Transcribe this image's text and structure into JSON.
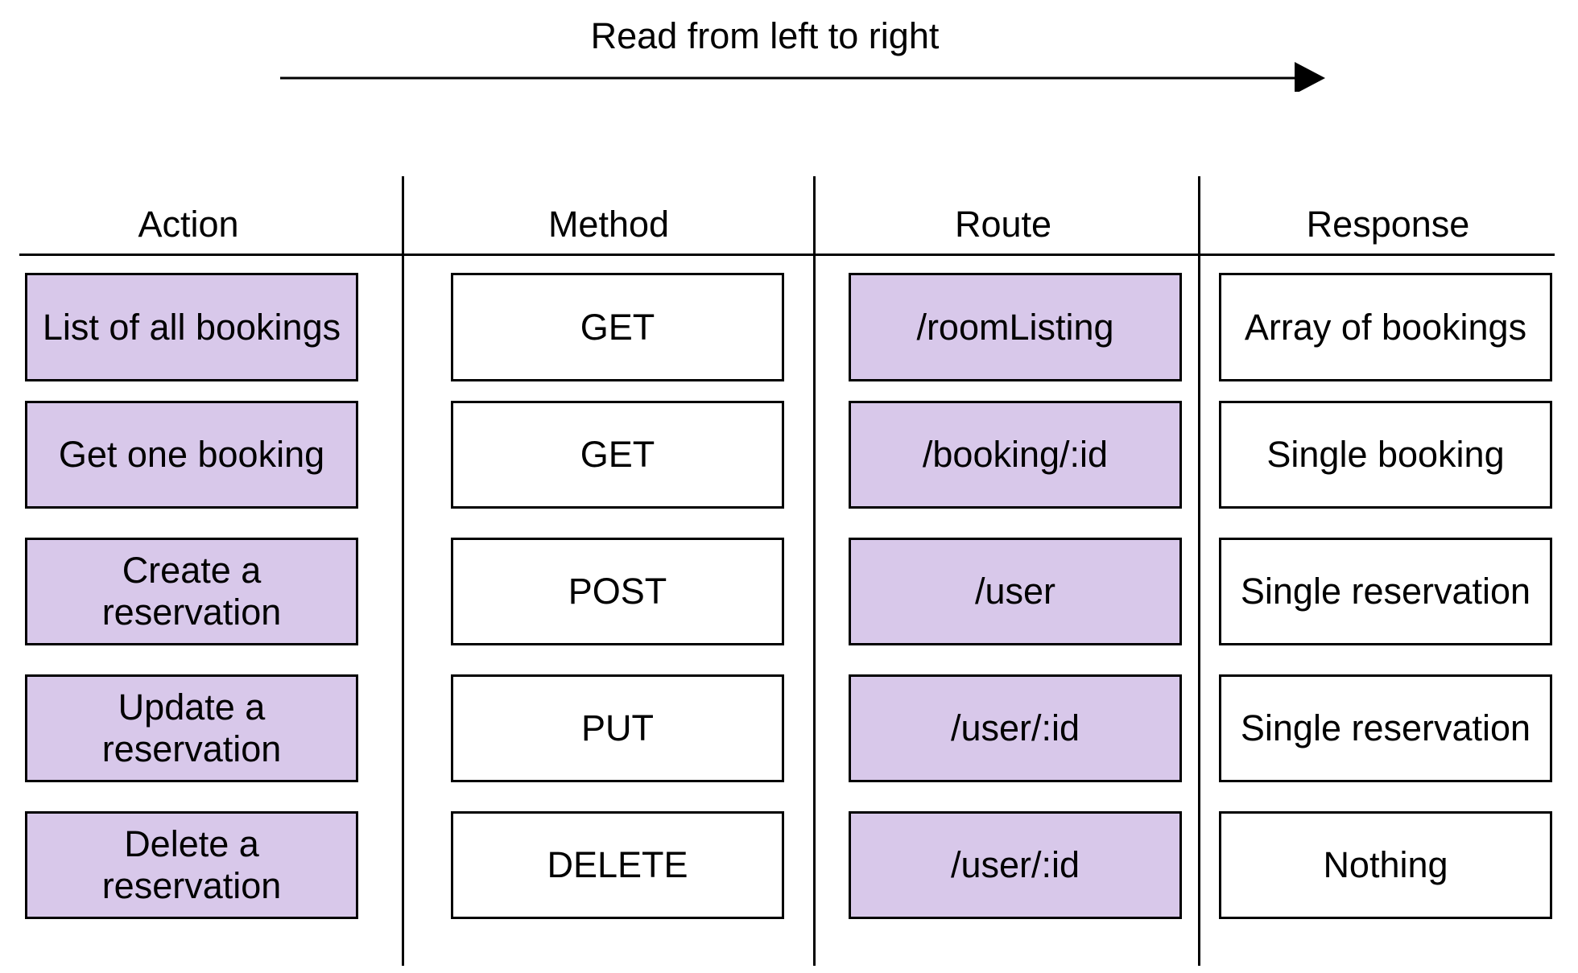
{
  "direction": {
    "label": "Read from left to right"
  },
  "headers": {
    "action": "Action",
    "method": "Method",
    "route": "Route",
    "response": "Response"
  },
  "rows": [
    {
      "action": "List of all bookings",
      "method": "GET",
      "route": "/roomListing",
      "response": "Array of bookings"
    },
    {
      "action": "Get one booking",
      "method": "GET",
      "route": "/booking/:id",
      "response": "Single booking"
    },
    {
      "action": "Create a reservation",
      "method": "POST",
      "route": "/user",
      "response": "Single reservation"
    },
    {
      "action": "Update a reservation",
      "method": "PUT",
      "route": "/user/:id",
      "response": "Single reservation"
    },
    {
      "action": "Delete a reservation",
      "method": "DELETE",
      "route": "/user/:id",
      "response": "Nothing"
    }
  ],
  "colors": {
    "highlight_fill": "#d8c8ea",
    "plain_fill": "#ffffff",
    "stroke": "#000000"
  }
}
